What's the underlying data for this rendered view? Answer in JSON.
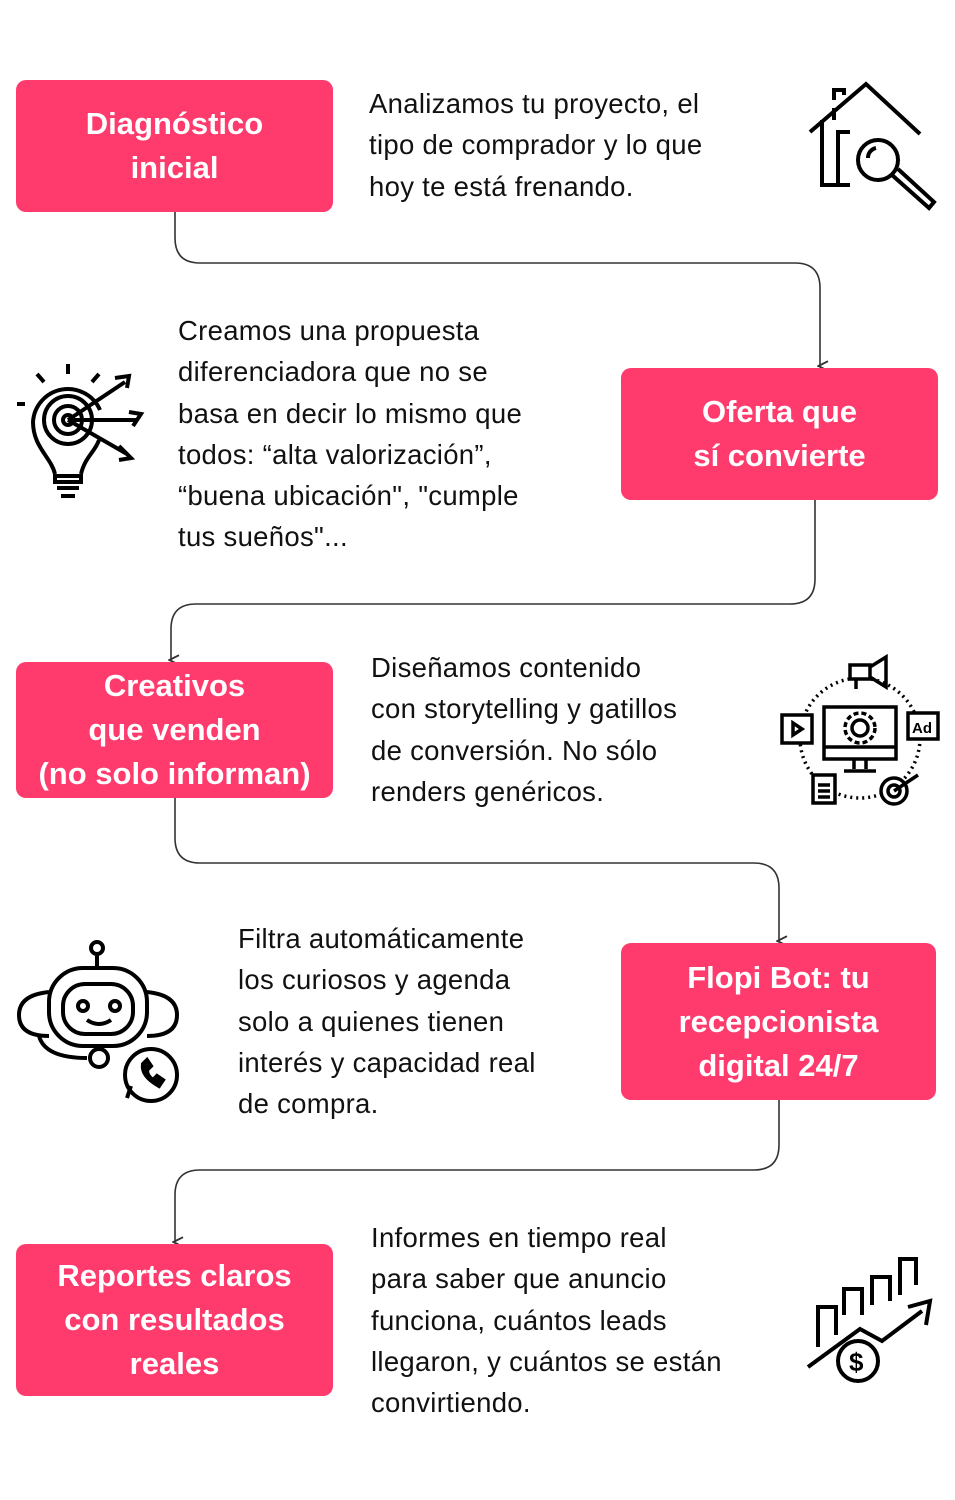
{
  "accent_color": "#FF3B6E",
  "steps": [
    {
      "title": "Diagnóstico\ninicial",
      "description": "Analizamos tu proyecto, el\ntipo de comprador y lo que\nhoy te está frenando.",
      "icon": "house-search-icon"
    },
    {
      "title": "Oferta que\nsí convierte",
      "description": "Creamos una propuesta\ndiferenciadora que no se\nbasa en decir lo mismo que\ntodos: “alta valorización”,\n“buena ubicación\", \"cumple\ntus sueños\"...",
      "icon": "lightbulb-target-icon"
    },
    {
      "title": "Creativos\nque venden\n(no solo informan)",
      "description": "Diseñamos contenido\ncon storytelling y gatillos\nde conversión. No sólo\nrenders genéricos.",
      "icon": "digital-marketing-icon"
    },
    {
      "title": "Flopi Bot: tu\nrecepcionista\ndigital 24/7",
      "description": "Filtra automáticamente\nlos curiosos y agenda\nsolo a quienes tienen\ninterés y capacidad real\nde compra.",
      "icon": "robot-whatsapp-icon"
    },
    {
      "title": "Reportes claros\ncon resultados\nreales",
      "description": "Informes en tiempo real\npara saber que anuncio\nfunciona, cuántos leads\nllegaron, y cuántos se están\nconvirtiendo.",
      "icon": "growth-chart-dollar-icon"
    }
  ]
}
